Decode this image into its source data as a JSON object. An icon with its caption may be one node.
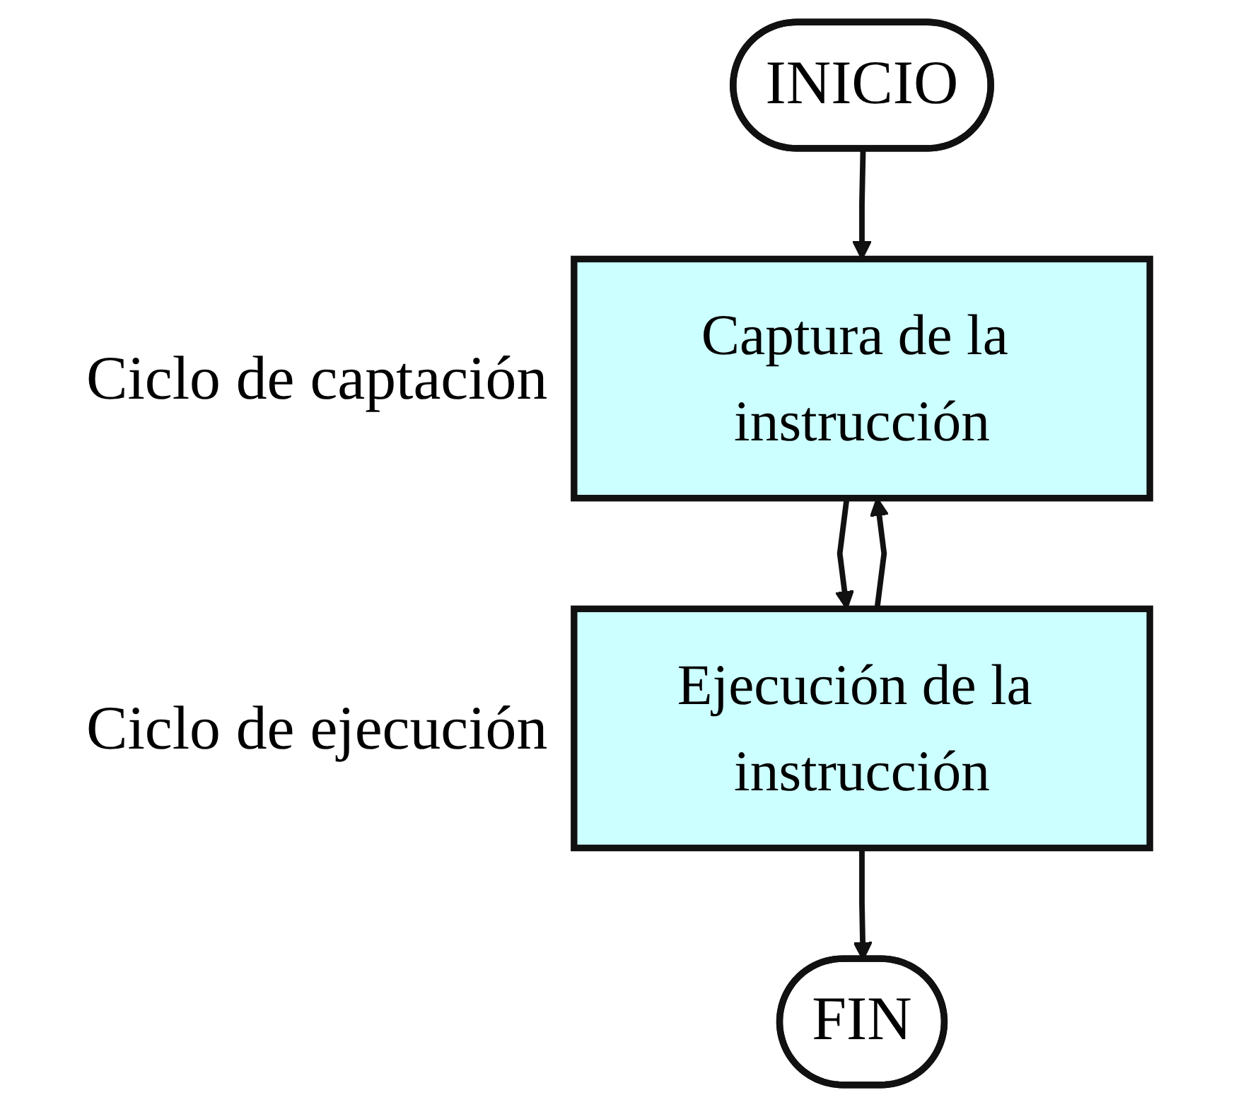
{
  "diagram": {
    "nodes": [
      {
        "text": [
          "INICIO"
        ]
      },
      {
        "text": [
          "Captura de la instrucción"
        ],
        "beside": [
          "Ciclo de captación"
        ]
      },
      {
        "text": [
          "Ejecución de la instrucción"
        ],
        "beside": [
          "Ciclo de ejecución"
        ]
      },
      {
        "text": [
          "FIN"
        ]
      }
    ],
    "edges": [
      {
        "from": 0,
        "to": 1,
        "arrow": "to"
      },
      {
        "from": 1,
        "to": 2,
        "arrow": "to"
      },
      {
        "from": 2,
        "to": 3,
        "arrow": "to"
      },
      {
        "from": 2,
        "to": 1,
        "arrow": "to"
      }
    ]
  }
}
